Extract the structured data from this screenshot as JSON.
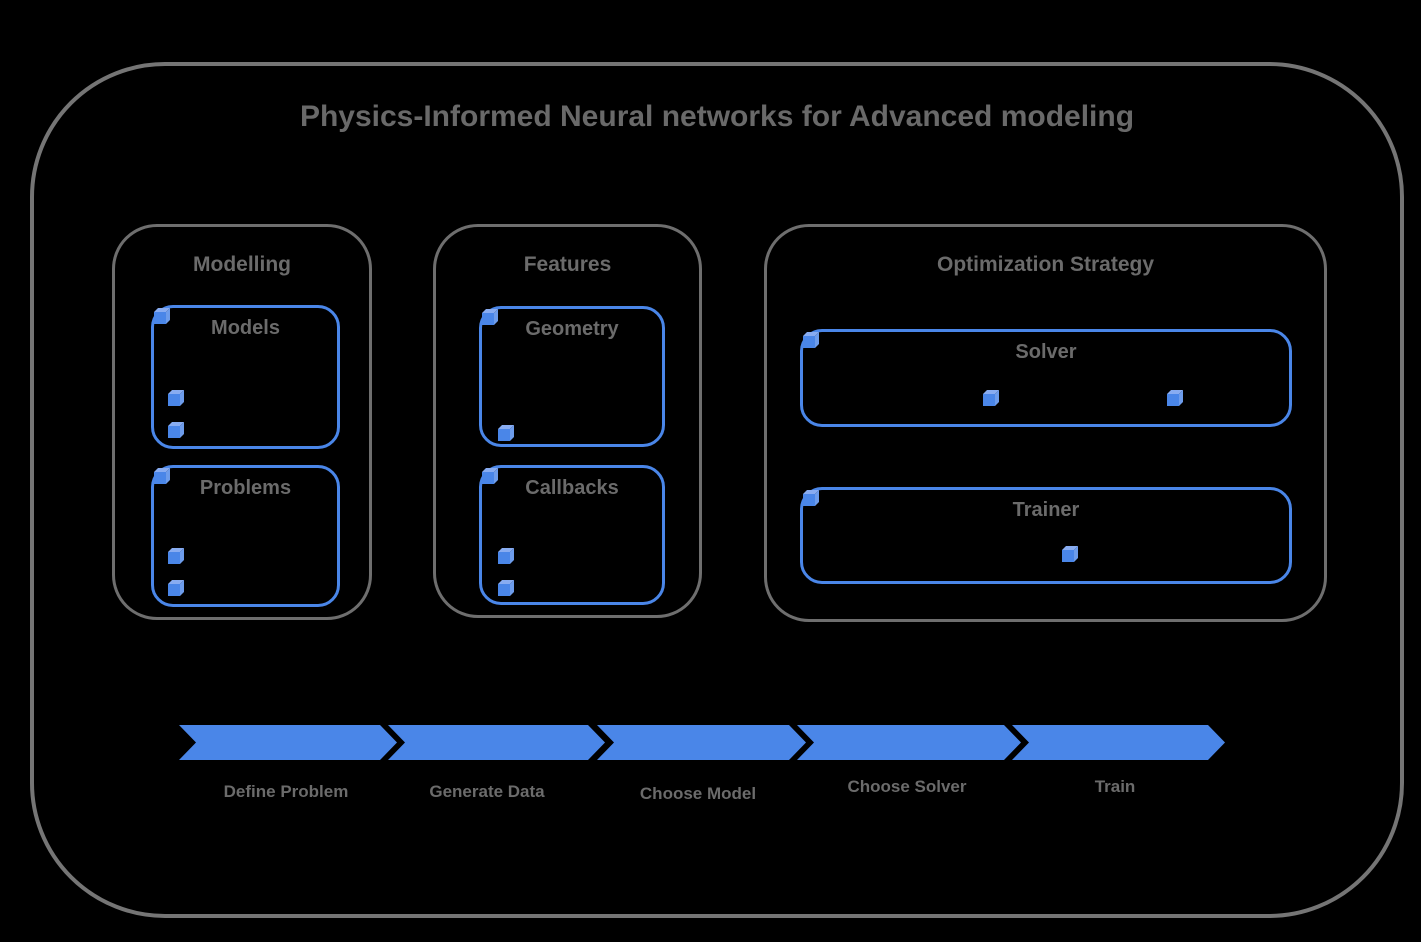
{
  "title": "Physics-Informed Neural networks for Advanced modeling",
  "colors": {
    "accent_blue": "#4a86e8",
    "cube_top": "#88acf1",
    "cube_side": "#6d9ceb",
    "heading_gray": "#696969",
    "label_gray": "#6b6b6b",
    "frame_border_gray": "#757575",
    "section_border_gray": "#6e6e6e",
    "background": "#000000"
  },
  "sections": [
    {
      "label": "Modelling",
      "groups": [
        {
          "label": "Models",
          "item_count": 3
        },
        {
          "label": "Problems",
          "item_count": 3
        }
      ]
    },
    {
      "label": "Features",
      "groups": [
        {
          "label": "Geometry",
          "item_count": 2
        },
        {
          "label": "Callbacks",
          "item_count": 3
        }
      ]
    },
    {
      "label": "Optimization Strategy",
      "groups": [
        {
          "label": "Solver",
          "item_count": 3
        },
        {
          "label": "Trainer",
          "item_count": 2
        }
      ]
    }
  ],
  "workflow": {
    "steps": [
      {
        "label": "Define Problem"
      },
      {
        "label": "Generate Data"
      },
      {
        "label": "Choose Model"
      },
      {
        "label": "Choose Solver"
      },
      {
        "label": "Train"
      }
    ]
  }
}
